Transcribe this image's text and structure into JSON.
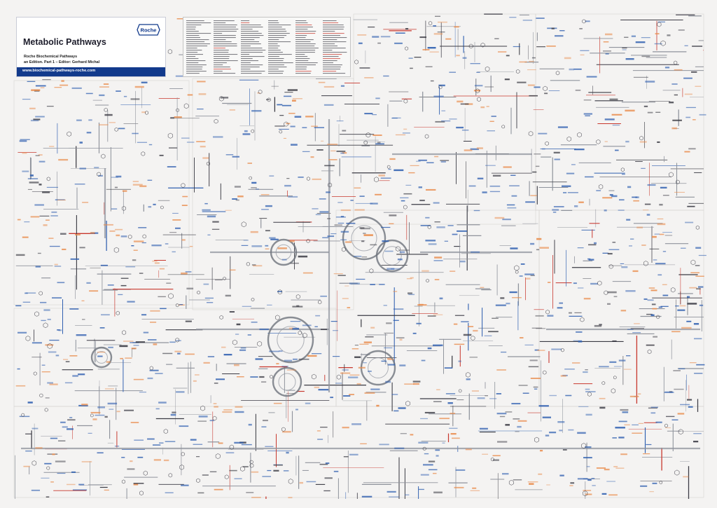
{
  "title": "Metabolic Pathways",
  "subtitle_line1": "Roche Biochemical Pathways",
  "subtitle_line2": "an Edition. Part 1 – Editor: Gerhard Michal",
  "url": "www.biochemical-pathways-roche.com",
  "logo": {
    "text": "Roche",
    "icon": "roche-hexagon-logo"
  },
  "legend": {
    "icon": "legend-text-block"
  },
  "colors": {
    "background": "#f4f3f2",
    "brand_blue": "#123a8c",
    "pathway_dark": "#3b3b44",
    "pathway_gray": "#8f939c",
    "pathway_red": "#c8372d",
    "enzyme_blue": "#2f5fb0",
    "compound_orange": "#e98d4e",
    "cycle_gray": "#6e737c"
  }
}
